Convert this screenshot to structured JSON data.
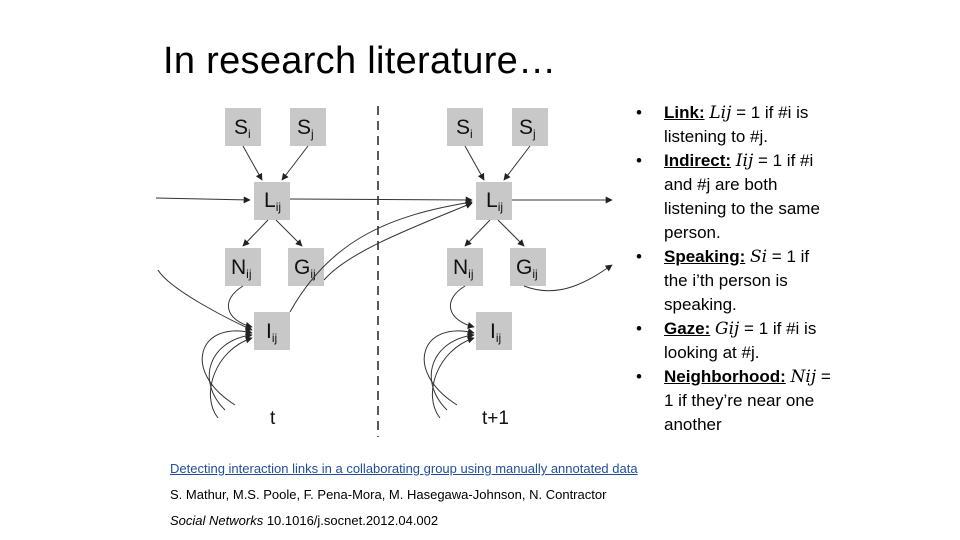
{
  "title": "In research literature…",
  "diagram": {
    "left": {
      "s_i": "S",
      "s_i_sub": "i",
      "s_j": "S",
      "s_j_sub": "j",
      "l": "L",
      "l_sub": "ij",
      "n": "N",
      "n_sub": "ij",
      "g": "G",
      "g_sub": "ij",
      "i": "I",
      "i_sub": "ij",
      "time": "t"
    },
    "right": {
      "s_i": "S",
      "s_i_sub": "i",
      "s_j": "S",
      "s_j_sub": "j",
      "l": "L",
      "l_sub": "ij",
      "n": "N",
      "n_sub": "ij",
      "g": "G",
      "g_sub": "ij",
      "i": "I",
      "i_sub": "ij",
      "time": "t+1"
    }
  },
  "bullets": [
    {
      "term": "Link:",
      "math": "Lij",
      "text": " = 1 if #i is listening to #j."
    },
    {
      "term": "Indirect:",
      "math": "Iij",
      "text": " = 1 if #i and #j are both listening to the same person."
    },
    {
      "term": "Speaking:",
      "math": "Si",
      "text": " = 1 if the i’th person is speaking."
    },
    {
      "term": "Gaze:",
      "math": "Gij",
      "text": " = 1 if #i is looking at #j."
    },
    {
      "term": "Neighborhood:",
      "math": "Nij",
      "text": " = 1 if they’re near one another"
    }
  ],
  "citation": {
    "link_text": "Detecting interaction links in a collaborating group using manually annotated data",
    "authors": "S. Mathur, M.S. Poole, F. Pena-Mora, M. Hasegawa-Johnson, N. Contractor",
    "journal": "Social Networks",
    "doi": " 10.1016/j.socnet.2012.04.002"
  }
}
